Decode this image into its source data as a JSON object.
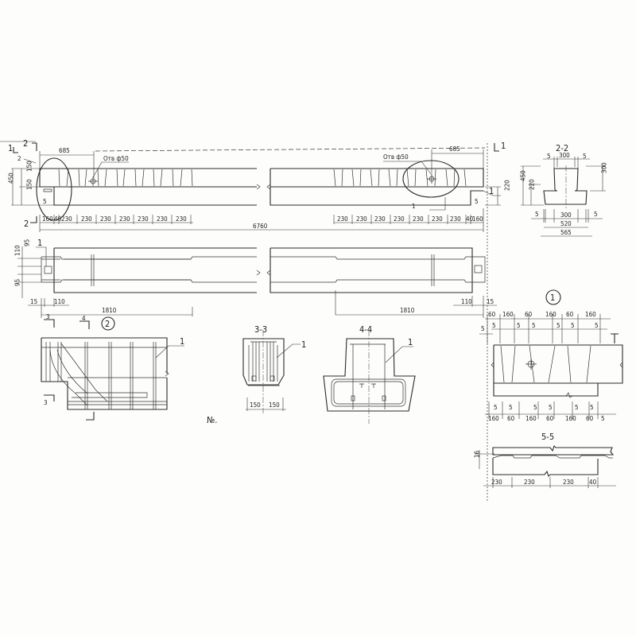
{
  "elevation": {
    "hole_label_left": "Отв ф50",
    "hole_label_right": "Отв ф50",
    "end_offset_left": "685",
    "end_offset_right": "685",
    "total_length": "6760",
    "height_total": "450",
    "height_top": "150",
    "height_bottom": "150",
    "notch_gap_left": "5",
    "notch_gap_right": "5",
    "notch_height_right": "220",
    "section_mark_1": "1",
    "section_mark_2": "2",
    "leader_1": "1",
    "leader_2": "2",
    "spacing_left": [
      "160",
      "40",
      "230",
      "230",
      "230",
      "230",
      "230",
      "230",
      "230"
    ],
    "spacing_right": [
      "230",
      "230",
      "230",
      "230",
      "230",
      "230",
      "230",
      "40",
      "160"
    ]
  },
  "section_2_2": {
    "title": "2-2",
    "top_width": "300",
    "top_gap_left": "5",
    "top_gap_right": "5",
    "height_total": "450",
    "flange_height": "220",
    "web_height": "300",
    "bottom_gap_left": "5",
    "bottom_gap_right": "5",
    "bottom_inner": "300",
    "bottom_mid": "520",
    "bottom_total": "565"
  },
  "plan": {
    "leader_1": "1",
    "dim_95_top": "95",
    "dim_110": "110",
    "dim_95_bottom": "95",
    "dim_15_left": "15",
    "dim_110_left": "110",
    "dim_1810_left": "1810",
    "dim_1810_right": "1810",
    "dim_110_right": "110",
    "dim_15_right": "15"
  },
  "detail_2": {
    "callout": "2",
    "cut_3": "3",
    "cut_3_bottom": "3",
    "cut_4": "4",
    "leader_1": "1"
  },
  "section_3_3": {
    "title": "3-3",
    "leader_1": "1",
    "dim_left": "150",
    "dim_right": "150"
  },
  "section_4_4": {
    "title": "4-4",
    "leader_1": "1"
  },
  "detail_1": {
    "callout": "1",
    "top_dims": [
      "60",
      "160",
      "60",
      "160",
      "60",
      "160"
    ],
    "top_small": [
      "5",
      "5",
      "5",
      "5",
      "5",
      "5"
    ],
    "side_5": "5",
    "bottom_small": [
      "5",
      "5",
      "5",
      "5",
      "5",
      "5"
    ],
    "bottom_dims": [
      "160",
      "60",
      "160",
      "60",
      "160",
      "60",
      "5"
    ]
  },
  "section_5_5": {
    "title": "5-5",
    "dim_16": "16",
    "dims": [
      "230",
      "230",
      "230",
      "40"
    ]
  },
  "stamp": "№."
}
